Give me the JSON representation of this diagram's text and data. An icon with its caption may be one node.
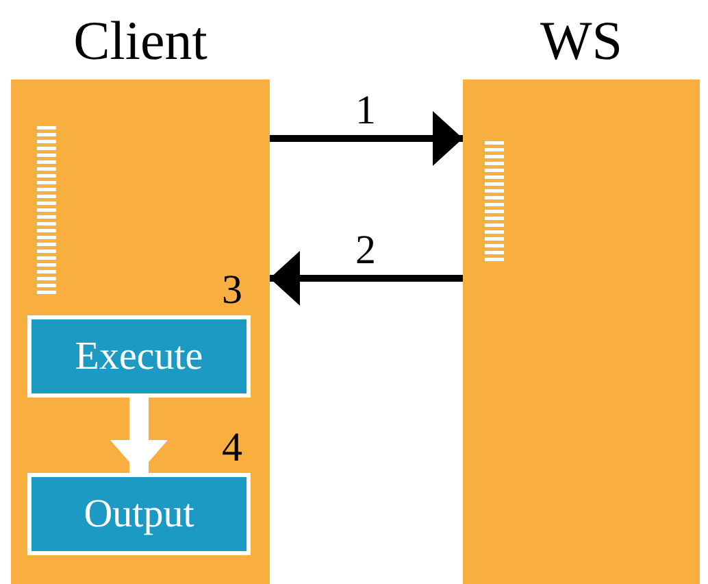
{
  "diagram": {
    "nodes": [
      {
        "text": [
          "Client"
        ]
      },
      {
        "text": [
          "WS"
        ]
      },
      {
        "text": [
          "Execute"
        ],
        "in": 0
      },
      {
        "text": [
          "Output"
        ],
        "in": 0
      }
    ],
    "edges": [
      {
        "from": 0,
        "to": 1,
        "arrow": "to",
        "label": "1"
      },
      {
        "from": 1,
        "to": 0,
        "arrow": "to",
        "label": "2"
      },
      {
        "from": 2,
        "to": 3,
        "arrow": "to",
        "style": "thick",
        "color": "#ffffff"
      }
    ],
    "labels": [
      "3",
      "4"
    ]
  }
}
